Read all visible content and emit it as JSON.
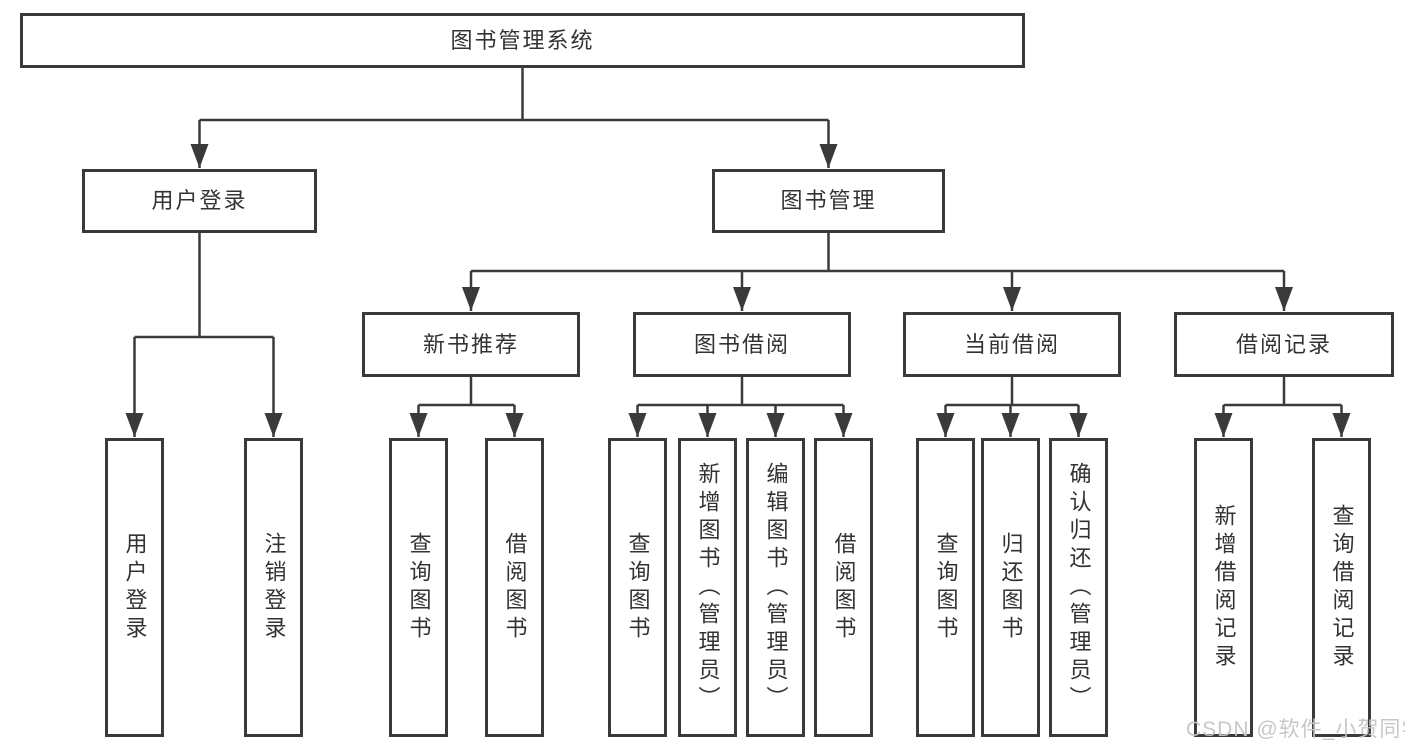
{
  "tree": {
    "root": {
      "label": "图书管理系统"
    },
    "level1": [
      {
        "id": "user-login",
        "label": "用户登录"
      },
      {
        "id": "book-management",
        "label": "图书管理"
      }
    ],
    "level2": [
      {
        "id": "new-book-recommend",
        "label": "新书推荐",
        "parent": "图书管理"
      },
      {
        "id": "book-borrowing",
        "label": "图书借阅",
        "parent": "图书管理"
      },
      {
        "id": "current-borrowing",
        "label": "当前借阅",
        "parent": "图书管理"
      },
      {
        "id": "borrowing-records",
        "label": "借阅记录",
        "parent": "图书管理"
      }
    ],
    "leaves": [
      {
        "parent": "用户登录",
        "label": "用户登录"
      },
      {
        "parent": "用户登录",
        "label": "注销登录"
      },
      {
        "parent": "新书推荐",
        "label": "查询图书"
      },
      {
        "parent": "新书推荐",
        "label": "借阅图书"
      },
      {
        "parent": "图书借阅",
        "label": "查询图书"
      },
      {
        "parent": "图书借阅",
        "label": "新增图书（管理员）"
      },
      {
        "parent": "图书借阅",
        "label": "编辑图书（管理员）"
      },
      {
        "parent": "图书借阅",
        "label": "借阅图书"
      },
      {
        "parent": "当前借阅",
        "label": "查询图书"
      },
      {
        "parent": "当前借阅",
        "label": "归还图书"
      },
      {
        "parent": "当前借阅",
        "label": "确认归还（管理员）"
      },
      {
        "parent": "借阅记录",
        "label": "新增借阅记录"
      },
      {
        "parent": "借阅记录",
        "label": "查询借阅记录"
      }
    ]
  },
  "watermark": {
    "text": "CSDN @软件_小贺同学"
  },
  "colors": {
    "line": "#3a3a3a",
    "text": "#333333",
    "box_border": "#3a3a3a",
    "box_background": "#ffffff",
    "watermark": "#c5c5c5",
    "background": "#ffffff"
  }
}
